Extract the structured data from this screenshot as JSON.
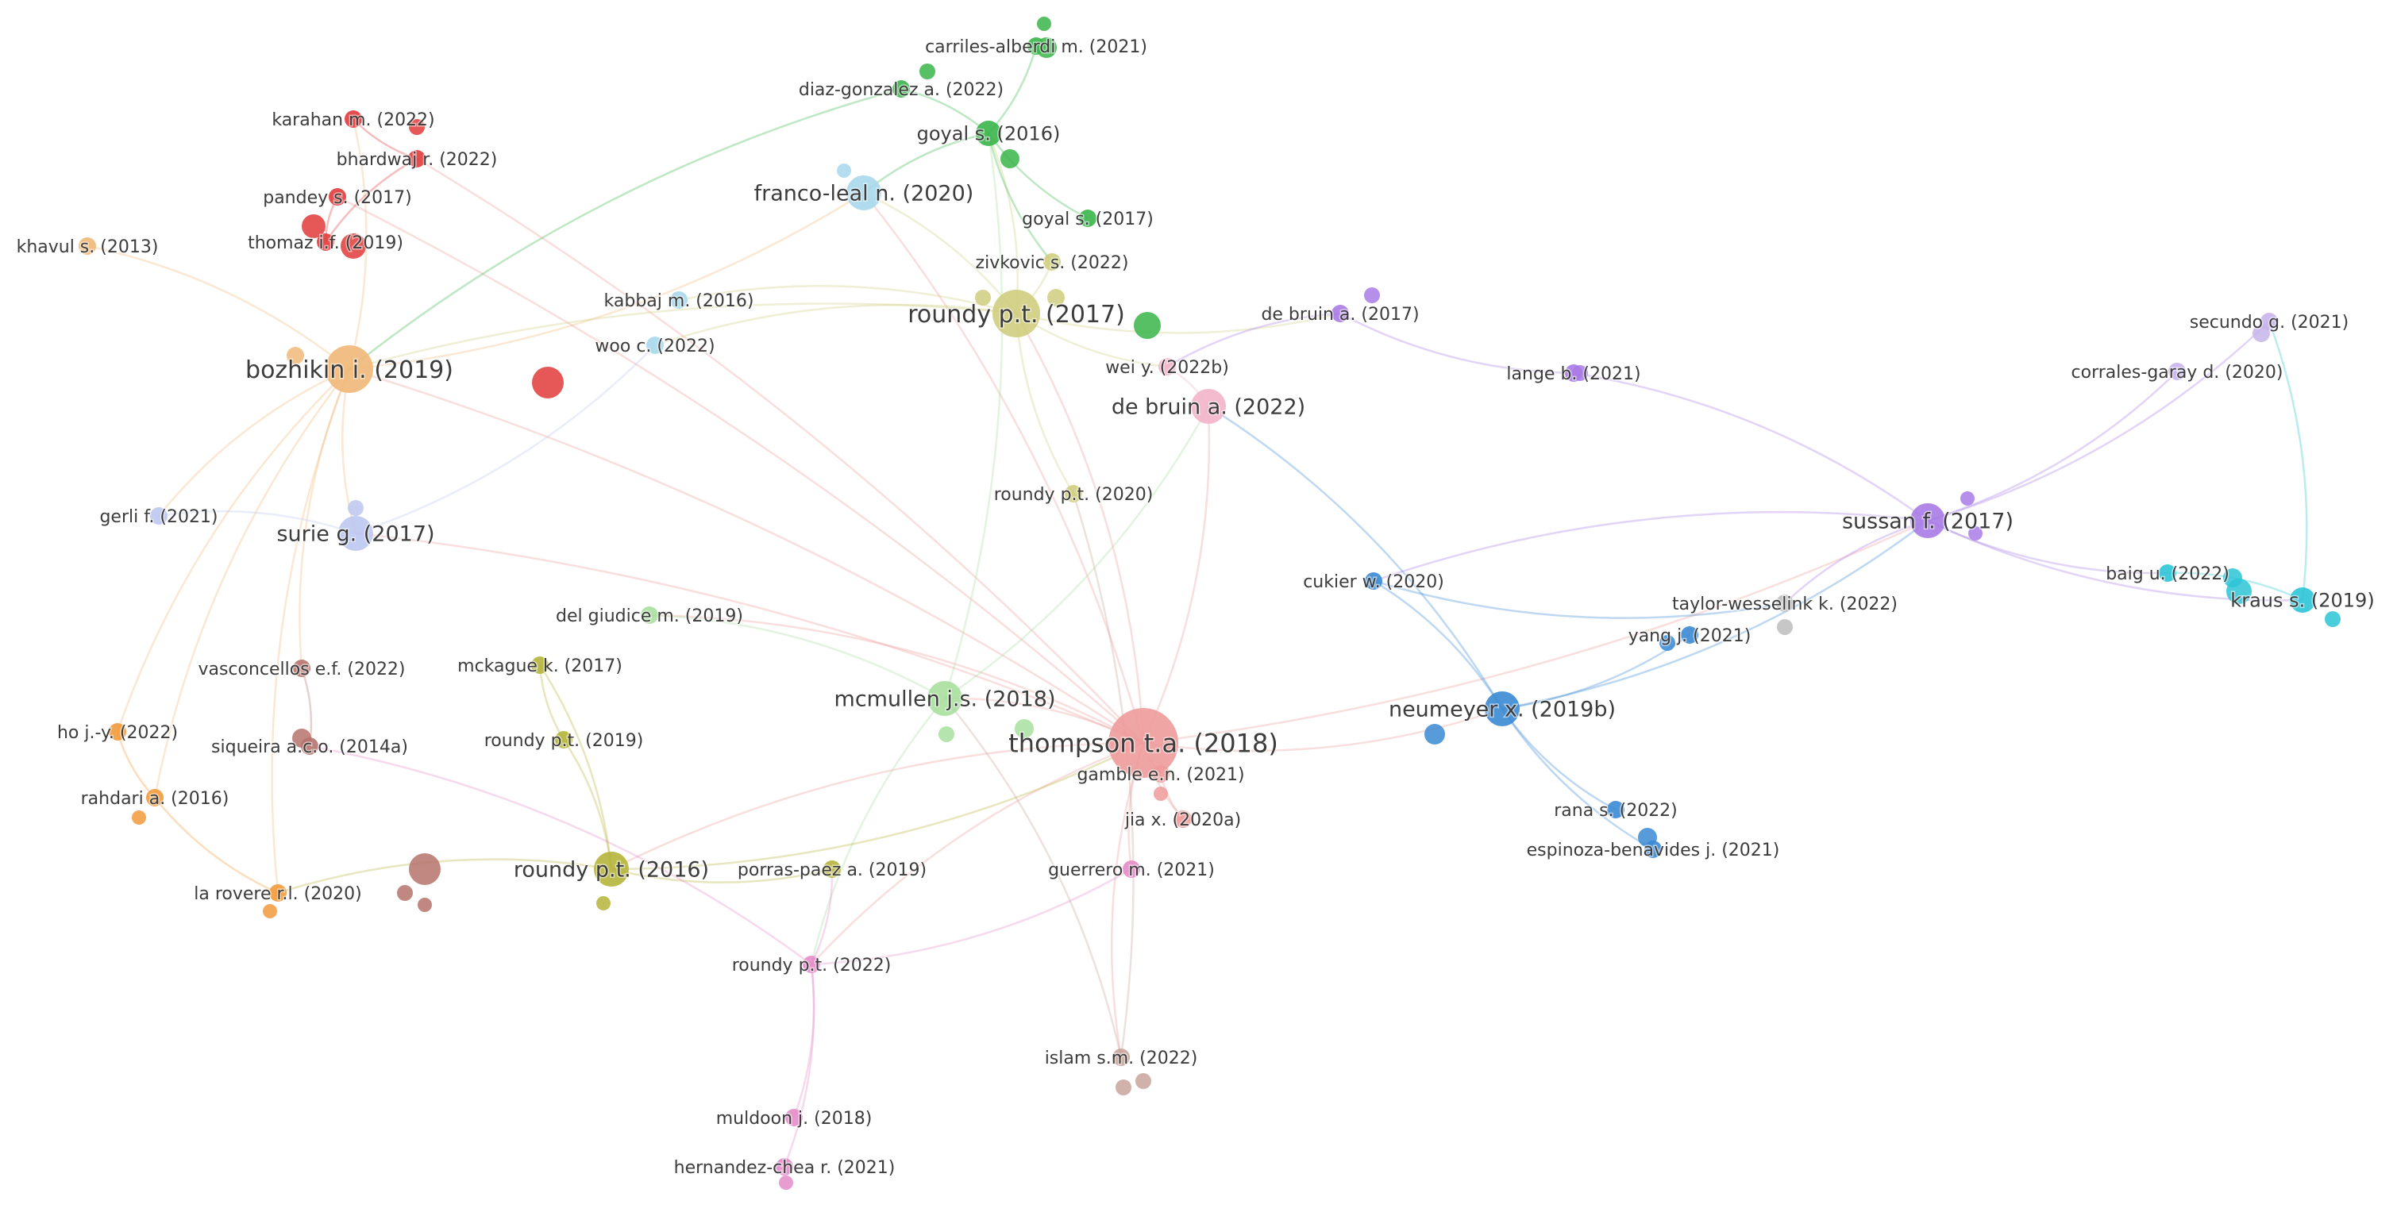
{
  "clusters": {
    "red": "#e23b3b",
    "green": "#3ab54a",
    "lightblue": "#a7d8ec",
    "khaki": "#cfcd7e",
    "lavender": "#bcc7f0",
    "orange": "#f29a3b",
    "peach": "#f0b878",
    "brown": "#b5736b",
    "olive": "#b5b43a",
    "pink": "#e48cc8",
    "lightpink": "#f2b4c8",
    "rose": "#ee9b9b",
    "purple": "#a87be6",
    "lilac": "#c6b4ea",
    "blue": "#3b8ad4",
    "cyan": "#2bc4d6",
    "taupe": "#c9a59b",
    "lightgreen": "#a8df9d",
    "grey": "#bdbdbd"
  },
  "nodes": [
    {
      "id": "carriles",
      "label": "carriles-alberdi m. (2021)",
      "cluster": "green",
      "size": "s"
    },
    {
      "id": "diaz",
      "label": "diaz-gonzalez a. (2022)",
      "cluster": "green",
      "size": "s"
    },
    {
      "id": "goyal2016",
      "label": "goyal s. (2016)",
      "cluster": "green",
      "size": "m"
    },
    {
      "id": "goyal2017",
      "label": "goyal s. (2017)",
      "cluster": "green",
      "size": "s"
    },
    {
      "id": "zivkovic",
      "label": "zivkovic s. (2022)",
      "cluster": "khaki",
      "size": "s"
    },
    {
      "id": "karahan",
      "label": "karahan m. (2022)",
      "cluster": "red",
      "size": "s"
    },
    {
      "id": "bhardwaj",
      "label": "bhardwaj r. (2022)",
      "cluster": "red",
      "size": "s"
    },
    {
      "id": "pandey",
      "label": "pandey s. (2017)",
      "cluster": "red",
      "size": "s"
    },
    {
      "id": "thomaz",
      "label": "thomaz i.f. (2019)",
      "cluster": "red",
      "size": "s"
    },
    {
      "id": "khavul",
      "label": "khavul s. (2013)",
      "cluster": "peach",
      "size": "s"
    },
    {
      "id": "francoleal",
      "label": "franco-leal n. (2020)",
      "cluster": "lightblue",
      "size": "l"
    },
    {
      "id": "kabbaj",
      "label": "kabbaj m. (2016)",
      "cluster": "lightblue",
      "size": "s"
    },
    {
      "id": "woo",
      "label": "woo c. (2022)",
      "cluster": "lightblue",
      "size": "s"
    },
    {
      "id": "roundy2017",
      "label": "roundy p.t. (2017)",
      "cluster": "khaki",
      "size": "xl"
    },
    {
      "id": "debruin2017",
      "label": "de bruin a. (2017)",
      "cluster": "purple",
      "size": "s"
    },
    {
      "id": "bozhikin",
      "label": "bozhikin i. (2019)",
      "cluster": "peach",
      "size": "xl"
    },
    {
      "id": "weiy",
      "label": "wei y. (2022b)",
      "cluster": "lightpink",
      "size": "s"
    },
    {
      "id": "debruin2022",
      "label": "de bruin a. (2022)",
      "cluster": "lightpink",
      "size": "l"
    },
    {
      "id": "lange",
      "label": "lange b. (2021)",
      "cluster": "purple",
      "size": "s"
    },
    {
      "id": "secundo",
      "label": "secundo g. (2021)",
      "cluster": "lilac",
      "size": "s"
    },
    {
      "id": "corrales",
      "label": "corrales-garay d. (2020)",
      "cluster": "lilac",
      "size": "s"
    },
    {
      "id": "roundy2020",
      "label": "roundy p.t. (2020)",
      "cluster": "khaki",
      "size": "s"
    },
    {
      "id": "gerli",
      "label": "gerli f. (2021)",
      "cluster": "lavender",
      "size": "s"
    },
    {
      "id": "surie",
      "label": "surie g. (2017)",
      "cluster": "lavender",
      "size": "l"
    },
    {
      "id": "sussan",
      "label": "sussan f. (2017)",
      "cluster": "purple",
      "size": "l"
    },
    {
      "id": "cukier",
      "label": "cukier w. (2020)",
      "cluster": "blue",
      "size": "s"
    },
    {
      "id": "baig",
      "label": "baig u. (2022)",
      "cluster": "cyan",
      "size": "s"
    },
    {
      "id": "kraus",
      "label": "kraus s. (2019)",
      "cluster": "cyan",
      "size": "m"
    },
    {
      "id": "taylor",
      "label": "taylor-wesselink k. (2022)",
      "cluster": "grey",
      "size": "s"
    },
    {
      "id": "delgiudice",
      "label": "del giudice m. (2019)",
      "cluster": "lightgreen",
      "size": "s"
    },
    {
      "id": "yang",
      "label": "yang j. (2021)",
      "cluster": "blue",
      "size": "s"
    },
    {
      "id": "vasconcellos",
      "label": "vasconcellos e.f. (2022)",
      "cluster": "brown",
      "size": "s"
    },
    {
      "id": "mckague",
      "label": "mckague k. (2017)",
      "cluster": "olive",
      "size": "s"
    },
    {
      "id": "mcmullen",
      "label": "mcmullen j.s. (2018)",
      "cluster": "lightgreen",
      "size": "l"
    },
    {
      "id": "neumeyer",
      "label": "neumeyer x. (2019b)",
      "cluster": "blue",
      "size": "l"
    },
    {
      "id": "thompson",
      "label": "thompson t.a. (2018)",
      "cluster": "rose",
      "size": "xxl"
    },
    {
      "id": "hoj",
      "label": "ho j.-y. (2022)",
      "cluster": "orange",
      "size": "s"
    },
    {
      "id": "siqueira",
      "label": "siqueira a.c.o. (2014a)",
      "cluster": "brown",
      "size": "s"
    },
    {
      "id": "roundy2019",
      "label": "roundy p.t. (2019)",
      "cluster": "olive",
      "size": "s"
    },
    {
      "id": "gamble",
      "label": "gamble e.n. (2021)",
      "cluster": "rose",
      "size": "s"
    },
    {
      "id": "rahdari",
      "label": "rahdari a. (2016)",
      "cluster": "orange",
      "size": "s"
    },
    {
      "id": "jiax",
      "label": "jia x. (2020a)",
      "cluster": "rose",
      "size": "s"
    },
    {
      "id": "rana",
      "label": "rana s. (2022)",
      "cluster": "blue",
      "size": "s"
    },
    {
      "id": "espinoza",
      "label": "espinoza-benavides j. (2021)",
      "cluster": "blue",
      "size": "s"
    },
    {
      "id": "roundy2016",
      "label": "roundy p.t. (2016)",
      "cluster": "olive",
      "size": "l"
    },
    {
      "id": "porras",
      "label": "porras-paez a. (2019)",
      "cluster": "olive",
      "size": "s"
    },
    {
      "id": "guerrero",
      "label": "guerrero m. (2021)",
      "cluster": "pink",
      "size": "s"
    },
    {
      "id": "larovere",
      "label": "la rovere r.l. (2020)",
      "cluster": "orange",
      "size": "s"
    },
    {
      "id": "roundy2022",
      "label": "roundy p.t. (2022)",
      "cluster": "pink",
      "size": "s"
    },
    {
      "id": "islam",
      "label": "islam s.m. (2022)",
      "cluster": "taupe",
      "size": "s"
    },
    {
      "id": "muldoon",
      "label": "muldoon j. (2018)",
      "cluster": "pink",
      "size": "s"
    },
    {
      "id": "hernandez",
      "label": "hernandez-chea r. (2021)",
      "cluster": "pink",
      "size": "s"
    }
  ],
  "edges": [
    [
      "thompson",
      "roundy2017"
    ],
    [
      "thompson",
      "neumeyer"
    ],
    [
      "thompson",
      "bozhikin"
    ],
    [
      "thompson",
      "mcmullen"
    ],
    [
      "thompson",
      "debruin2022"
    ],
    [
      "thompson",
      "roundy2016"
    ],
    [
      "thompson",
      "roundy2022"
    ],
    [
      "thompson",
      "guerrero"
    ],
    [
      "thompson",
      "islam"
    ],
    [
      "thompson",
      "jiax"
    ],
    [
      "thompson",
      "gamble"
    ],
    [
      "thompson",
      "francoleal"
    ],
    [
      "thompson",
      "surie"
    ],
    [
      "thompson",
      "delgiudice"
    ],
    [
      "thompson",
      "sussan"
    ],
    [
      "thompson",
      "bhardwaj"
    ],
    [
      "thompson",
      "pandey"
    ],
    [
      "roundy2017",
      "goyal2016"
    ],
    [
      "roundy2017",
      "debruin2017"
    ],
    [
      "roundy2017",
      "francoleal"
    ],
    [
      "roundy2017",
      "bozhikin"
    ],
    [
      "roundy2017",
      "zivkovic"
    ],
    [
      "roundy2017",
      "roundy2020"
    ],
    [
      "roundy2017",
      "woo"
    ],
    [
      "roundy2017",
      "kabbaj"
    ],
    [
      "roundy2017",
      "weiy"
    ],
    [
      "neumeyer",
      "sussan"
    ],
    [
      "neumeyer",
      "cukier"
    ],
    [
      "neumeyer",
      "yang"
    ],
    [
      "neumeyer",
      "rana"
    ],
    [
      "neumeyer",
      "espinoza"
    ],
    [
      "neumeyer",
      "debruin2022"
    ],
    [
      "sussan",
      "kraus"
    ],
    [
      "sussan",
      "baig"
    ],
    [
      "sussan",
      "secundo"
    ],
    [
      "sussan",
      "corrales"
    ],
    [
      "sussan",
      "lange"
    ],
    [
      "sussan",
      "taylor"
    ],
    [
      "sussan",
      "cukier"
    ],
    [
      "debruin2017",
      "lange"
    ],
    [
      "debruin2017",
      "weiy"
    ],
    [
      "bozhikin",
      "khavul"
    ],
    [
      "bozhikin",
      "surie"
    ],
    [
      "bozhikin",
      "gerli"
    ],
    [
      "bozhikin",
      "hoj"
    ],
    [
      "bozhikin",
      "rahdari"
    ],
    [
      "bozhikin",
      "larovere"
    ],
    [
      "bozhikin",
      "francoleal"
    ],
    [
      "bozhikin",
      "karahan"
    ],
    [
      "bozhikin",
      "vasconcellos"
    ],
    [
      "mcmullen",
      "goyal2016"
    ],
    [
      "mcmullen",
      "roundy2022"
    ],
    [
      "mcmullen",
      "debruin2022"
    ],
    [
      "mcmullen",
      "delgiudice"
    ],
    [
      "roundy2016",
      "mckague"
    ],
    [
      "roundy2016",
      "porras"
    ],
    [
      "roundy2016",
      "roundy2019"
    ],
    [
      "roundy2016",
      "larovere"
    ],
    [
      "roundy2016",
      "thompson"
    ],
    [
      "roundy2022",
      "siqueira"
    ],
    [
      "roundy2022",
      "guerrero"
    ],
    [
      "roundy2022",
      "porras"
    ],
    [
      "islam",
      "roundy2020"
    ],
    [
      "islam",
      "mcmullen"
    ],
    [
      "muldoon",
      "roundy2022"
    ],
    [
      "hernandez",
      "roundy2022"
    ],
    [
      "goyal2016",
      "carriles"
    ],
    [
      "goyal2016",
      "diaz"
    ],
    [
      "goyal2016",
      "goyal2017"
    ],
    [
      "goyal2016",
      "zivkovic"
    ],
    [
      "goyal2016",
      "francoleal"
    ],
    [
      "karahan",
      "bhardwaj"
    ],
    [
      "pandey",
      "thomaz"
    ],
    [
      "bhardwaj",
      "thomaz"
    ],
    [
      "surie",
      "gerli"
    ],
    [
      "surie",
      "woo"
    ],
    [
      "siqueira",
      "vasconcellos"
    ],
    [
      "hoj",
      "rahdari"
    ],
    [
      "rahdari",
      "larovere"
    ],
    [
      "mckague",
      "roundy2019"
    ],
    [
      "diaz",
      "bozhikin"
    ],
    [
      "debruin2022",
      "weiy"
    ],
    [
      "cukier",
      "taylor"
    ],
    [
      "kraus",
      "baig"
    ],
    [
      "kraus",
      "secundo"
    ],
    [
      "gamble",
      "jiax"
    ]
  ]
}
